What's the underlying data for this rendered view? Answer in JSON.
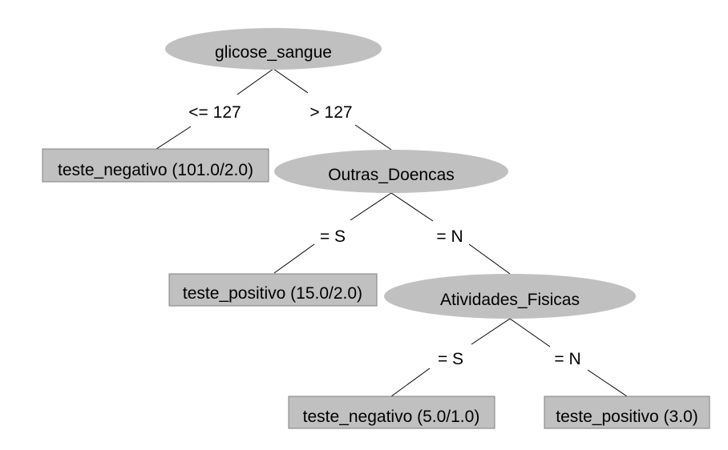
{
  "tree": {
    "root": {
      "label": "glicose_sangue"
    },
    "node_outras": {
      "label": "Outras_Doencas"
    },
    "node_atividades": {
      "label": "Atividades_Fisicas"
    },
    "leaves": {
      "leaf1": "teste_negativo (101.0/2.0)",
      "leaf2": "teste_positivo (15.0/2.0)",
      "leaf3": "teste_negativo (5.0/1.0)",
      "leaf4": "teste_positivo (3.0)"
    },
    "edges": {
      "root_left": "<= 127",
      "root_right": "> 127",
      "outras_left": "= S",
      "outras_right": "= N",
      "atividades_left": "= S",
      "atividades_right": "= N"
    }
  },
  "colors": {
    "node_fill": "#c0c0c0",
    "leaf_fill": "#c0c0c0",
    "edge": "#000000",
    "background": "#ffffff"
  }
}
